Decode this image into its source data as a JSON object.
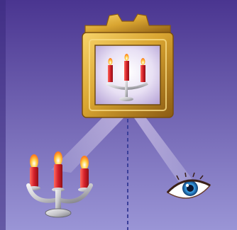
{
  "scene": {
    "colors": {
      "background_top": "#4a3590",
      "background_bottom": "#9a95d6",
      "frame_gold": "#d9a531",
      "frame_gold_dark": "#8a5a12",
      "candle_red": "#d4202a",
      "flame": "#ffd24a",
      "silver": "#c8c8cc",
      "ray": "#f6e7ff",
      "normal_line": "#3b3f9a",
      "iris": "#2f8fd6"
    },
    "elements": {
      "mirror": "framed-mirror",
      "object": "three-candle-candelabra",
      "reflection": "candelabra-reflection",
      "observer": "eye-icon",
      "normal": "dashed-normal-line",
      "incident_ray": "light-ray-candle-to-mirror",
      "reflected_ray": "light-ray-mirror-to-eye"
    }
  }
}
